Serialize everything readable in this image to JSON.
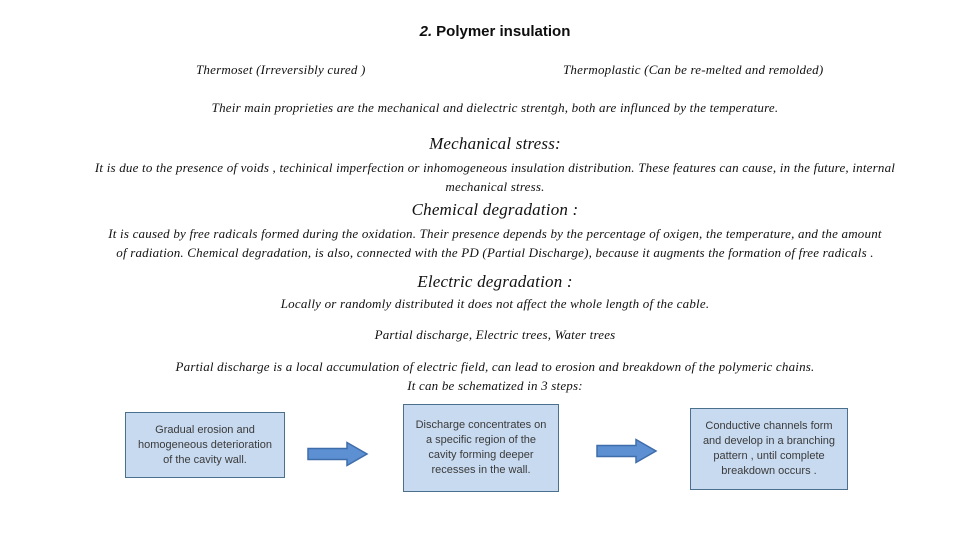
{
  "slide": {
    "title": {
      "number": "2.",
      "text": "Polymer insulation"
    },
    "columns": {
      "left": "Thermoset (Irreversibly cured )",
      "right": "Thermoplastic (Can be re-melted and remolded)"
    },
    "intro": "Their main proprieties are the mechanical and dielectric strentgh, both are influnced by the temperature.",
    "sections": [
      {
        "heading": "Mechanical stress:",
        "body_lines": [
          "It is due to the presence of voids , techinical imperfection or inhomogeneous insulation distribution.  These features can cause, in the future, internal",
          "mechanical stress."
        ]
      },
      {
        "heading": "Chemical degradation :",
        "body_lines": [
          "It is caused by free radicals formed during the oxidation.  Their presence depends by the percentage of oxigen,  the temperature, and the amount",
          "of radiation.   Chemical degradation, is also, connected with the PD (Partial Discharge), because it augments the formation of free radicals ."
        ]
      },
      {
        "heading": "Electric degradation :",
        "body_lines": [
          "Locally or randomly distributed it does not affect the whole length of the cable."
        ]
      }
    ],
    "trees_line": "Partial discharge, Electric trees, Water trees",
    "pd_lines": [
      "Partial discharge is a local accumulation of electric field,  can lead to erosion and breakdown of the polymeric chains.",
      "It  can be schematized in 3 steps:"
    ],
    "steps": [
      "Gradual erosion and homogeneous deterioration of the cavity wall.",
      "Discharge concentrates on a specific region of the cavity forming deeper recesses in the wall.",
      "Conductive channels form and develop in a branching pattern , until complete breakdown occurs ."
    ],
    "colors": {
      "box_fill": "#c8daf0",
      "box_border": "#4a708e",
      "arrow_fill": "#5c90d2",
      "arrow_border": "#3f6daa",
      "text": "#111111",
      "box_text": "#3a3a3a"
    }
  }
}
